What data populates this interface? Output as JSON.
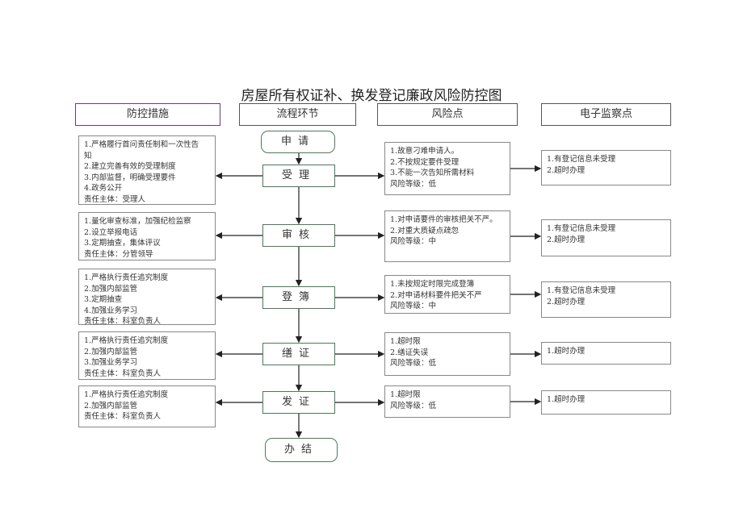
{
  "title": "房屋所有权证补、换发登记廉政风险防控图",
  "headers": [
    "防控措施",
    "流程环节",
    "风险点",
    "电子监察点"
  ],
  "start": "申请",
  "end": "办结",
  "steps": [
    {
      "name": "受理",
      "measures": [
        "1.严格履行首问责任制和一次性告",
        "知",
        "2.建立完善有效的受理制度",
        "3.内部监督，明确受理要件",
        "4.政务公开",
        "责任主体：受理人"
      ],
      "risks": [
        "1.故意刁难申请人。",
        "2.不按规定要件受理",
        "3.不能一次告知所需材料",
        "风险等级：低"
      ],
      "monitor": [
        "1.有登记信息未受理",
        "2.超时办理"
      ]
    },
    {
      "name": "审核",
      "measures": [
        "1.量化审查标准，加强纪检监察",
        "2.设立举报电话",
        "3.定期抽查，集体评议",
        "责任主体：分管领导"
      ],
      "risks": [
        "1.对申请要件的审核把关不严。",
        "2.对重大质疑点疏忽",
        "风险等级：中"
      ],
      "monitor": [
        "1.有登记信息未受理",
        "2.超时办理"
      ]
    },
    {
      "name": "登簿",
      "measures": [
        "1.严格执行责任追究制度",
        "2.加强内部监管",
        "3.定期抽查",
        "4.加强业务学习",
        "责任主体：科室负责人"
      ],
      "risks": [
        "1.未按规定时限完成登簿",
        "2.对申请材料要件把关不严",
        "风险等级：中"
      ],
      "monitor": [
        "1.有登记信息未受理",
        "2.超时办理"
      ]
    },
    {
      "name": "缮证",
      "measures": [
        "1.严格执行责任追究制度",
        "2.加强内部监管",
        "3.加强业务学习",
        "责任主体：科室负责人"
      ],
      "risks": [
        "1.超时限",
        "2.缮证失误",
        "风险等级：低"
      ],
      "monitor": [
        "1.超时办理"
      ]
    },
    {
      "name": "发证",
      "measures": [
        "1.严格执行责任追究制度",
        "2.加强内部监管",
        "责任主体：科室负责人"
      ],
      "risks": [
        "1.超时限",
        "风险等级：低"
      ],
      "monitor": [
        "1.超时办理"
      ]
    }
  ]
}
